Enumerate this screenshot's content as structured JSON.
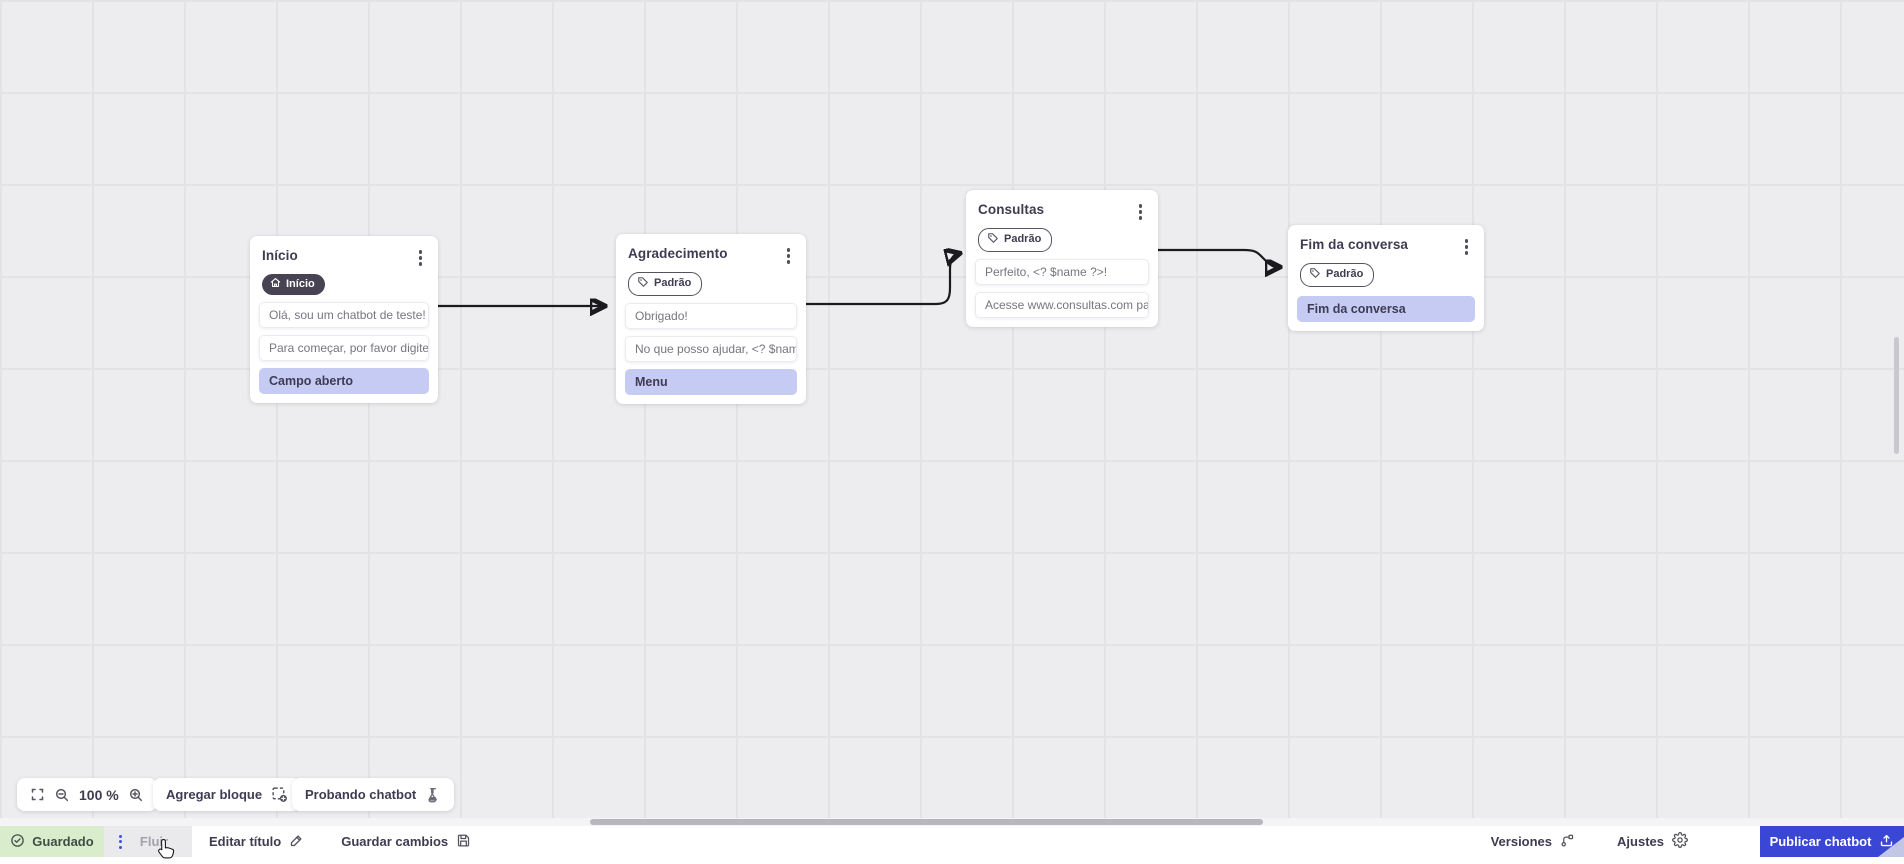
{
  "colors": {
    "accent_blue": "#3a47d5",
    "lavender_row": "#c6cbf3",
    "saved_green_bg": "#d9edcd",
    "node_text_dark": "#3e3c50",
    "message_text": "#77757f",
    "edge_black": "#1b1b1f"
  },
  "nodes": [
    {
      "title": "Início",
      "badge": {
        "label": "Início",
        "icon": "home-icon",
        "style": "dark"
      },
      "messages": [
        "Olá, sou um chatbot de teste!",
        "Para começar, por favor digite o ..."
      ],
      "actions": [
        "Campo aberto"
      ]
    },
    {
      "title": "Agradecimento",
      "badge": {
        "label": "Padrão",
        "icon": "tag-icon",
        "style": "outline"
      },
      "messages": [
        "Obrigado!",
        "No que posso ajudar, <? $name ..."
      ],
      "actions": [
        "Menu"
      ]
    },
    {
      "title": "Consultas",
      "badge": {
        "label": "Padrão",
        "icon": "tag-icon",
        "style": "outline"
      },
      "messages": [
        "Perfeito, <? $name ?>!",
        "Acesse www.consultas.com par..."
      ],
      "actions": []
    },
    {
      "title": "Fim da conversa",
      "badge": {
        "label": "Padrão",
        "icon": "tag-icon",
        "style": "outline"
      },
      "messages": [],
      "actions": [
        "Fim da conversa"
      ]
    }
  ],
  "toolbar": {
    "zoom_level": "100 %",
    "add_block": "Agregar bloque",
    "test_chatbot": "Probando chatbot"
  },
  "statusbar": {
    "saved": "Guardado",
    "flow_tab": "Fluir",
    "edit_title": "Editar título",
    "save_changes": "Guardar cambios",
    "versions": "Versiones",
    "settings": "Ajustes",
    "publish": "Publicar chatbot"
  }
}
